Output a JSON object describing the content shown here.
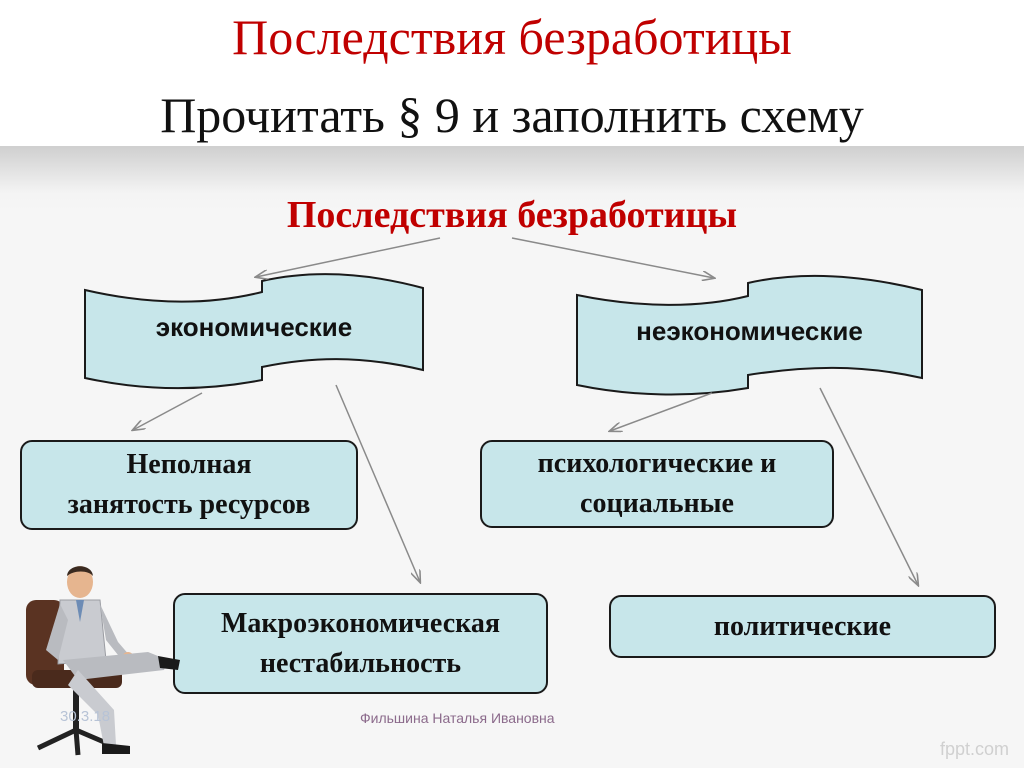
{
  "slide": {
    "title": "Последствия безработицы",
    "subtitle": "Прочитать  § 9 и заполнить схему"
  },
  "diagram": {
    "heading": "Последствия безработицы",
    "economic": "экономические",
    "noneconomic": "неэкономические",
    "underemployment_line1": "Неполная",
    "underemployment_line2": "занятость ресурсов",
    "macro_line1": "Макроэкономическая",
    "macro_line2": "нестабильность",
    "psych_line1": "психологические и",
    "psych_line2": "социальные",
    "political": "политические"
  },
  "footer": {
    "date": "30.3.18",
    "author": "Фильшина Наталья Ивановна",
    "brand": "fppt.com"
  },
  "colors": {
    "title_red": "#c00000",
    "box_fill": "#c7e6ea",
    "arrow": "#8a8a8a"
  },
  "icons": {
    "person": "businessman-in-chair-icon"
  }
}
